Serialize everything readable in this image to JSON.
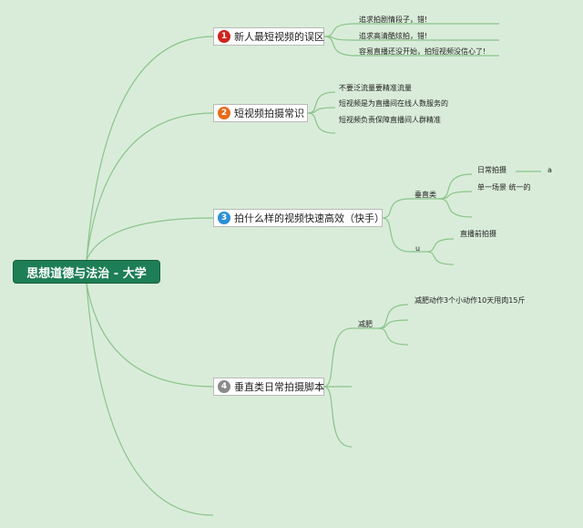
{
  "root": {
    "label": "思想道德与法治 - 大学"
  },
  "branches": [
    {
      "id": "b1",
      "number": "1",
      "color": "#d0241c",
      "label": "新人最短视频的误区",
      "children": [
        {
          "label": "追求拍剧情段子，错!"
        },
        {
          "label": "追求高清酷炫拍，错!"
        },
        {
          "label": "容易直播还没开始，拍短视频没信心了!"
        }
      ]
    },
    {
      "id": "b2",
      "number": "2",
      "color": "#e86a1a",
      "label": "短视频拍摄常识",
      "children": [
        {
          "label": "不要泛流量要精准流量"
        },
        {
          "label": "短视频是为直播间在线人数服务的"
        },
        {
          "label": "短视频负责保障直播间人群精准"
        }
      ]
    },
    {
      "id": "b3",
      "number": "3",
      "color": "#2a8fd6",
      "label": "拍什么样的视频快速高效（快手）",
      "children": [
        {
          "label": "垂直类",
          "children": [
            {
              "label": "日常拍摄",
              "children": [
                {
                  "label": "a"
                }
              ]
            },
            {
              "label": "单一场景 统一的"
            },
            {
              "label": ""
            }
          ]
        },
        {
          "label": "u",
          "children": [
            {
              "label": "直播前拍摄"
            },
            {
              "label": ""
            }
          ]
        }
      ]
    },
    {
      "id": "b4",
      "number": "4",
      "color": "#8a8a8a",
      "label": "垂直类日常拍摄脚本",
      "children": [
        {
          "label": "减肥",
          "children": [
            {
              "label": "减肥动作3个小动作10天甩肉15斤"
            },
            {
              "label": ""
            },
            {
              "label": ""
            }
          ]
        },
        {
          "label": ""
        }
      ]
    }
  ],
  "style": {
    "background": "#d9ecd9",
    "line_color": "#8cc38c",
    "root_fill": "#1e7e56"
  }
}
